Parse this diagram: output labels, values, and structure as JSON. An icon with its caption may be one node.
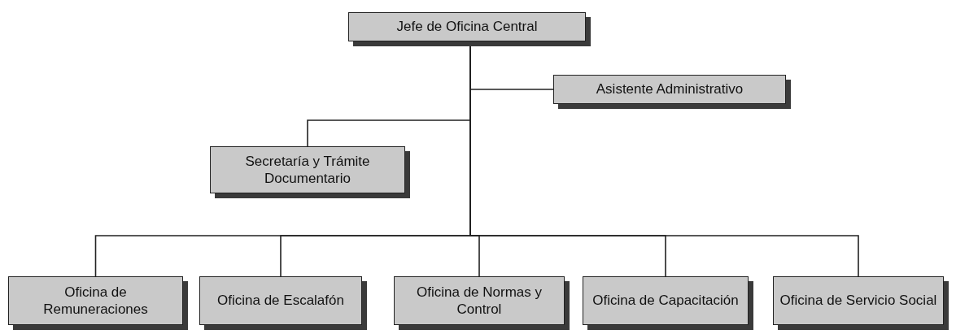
{
  "diagram": {
    "nodes": [
      {
        "text": [
          "Jefe de Oficina Central"
        ]
      },
      {
        "text": [
          "Asistente Administrativo"
        ]
      },
      {
        "text": [
          "Secretaría y Trámite Documentario"
        ]
      },
      {
        "text": [
          "Oficina de Remuneraciones"
        ]
      },
      {
        "text": [
          "Oficina de Escalafón"
        ]
      },
      {
        "text": [
          "Oficina de Normas y Control"
        ]
      },
      {
        "text": [
          "Oficina de Capacitación"
        ]
      },
      {
        "text": [
          "Oficina de Servicio Social"
        ]
      }
    ],
    "edges": [
      {
        "from": 0,
        "to": 1,
        "arrow": "none"
      },
      {
        "from": 0,
        "to": 2,
        "arrow": "none"
      },
      {
        "from": 0,
        "to": 3,
        "arrow": "none"
      },
      {
        "from": 0,
        "to": 4,
        "arrow": "none"
      },
      {
        "from": 0,
        "to": 5,
        "arrow": "none"
      },
      {
        "from": 0,
        "to": 6,
        "arrow": "none"
      },
      {
        "from": 0,
        "to": 7,
        "arrow": "none"
      }
    ]
  }
}
